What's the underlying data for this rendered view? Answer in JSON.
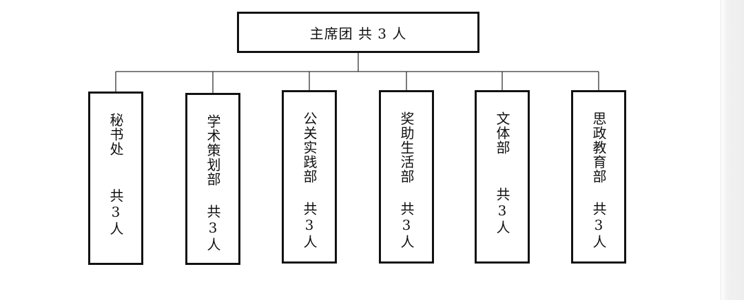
{
  "org_chart": {
    "root": {
      "label": "主席团 共 3 人"
    },
    "departments": [
      {
        "name": "秘书处",
        "count": "共3人"
      },
      {
        "name": "学术策划部",
        "count": "共3人"
      },
      {
        "name": "公关实践部",
        "count": "共3人"
      },
      {
        "name": "奖助生活部",
        "count": "共3人"
      },
      {
        "name": "文体部",
        "count": "共3人"
      },
      {
        "name": "思政教育部",
        "count": "共3人"
      }
    ]
  }
}
